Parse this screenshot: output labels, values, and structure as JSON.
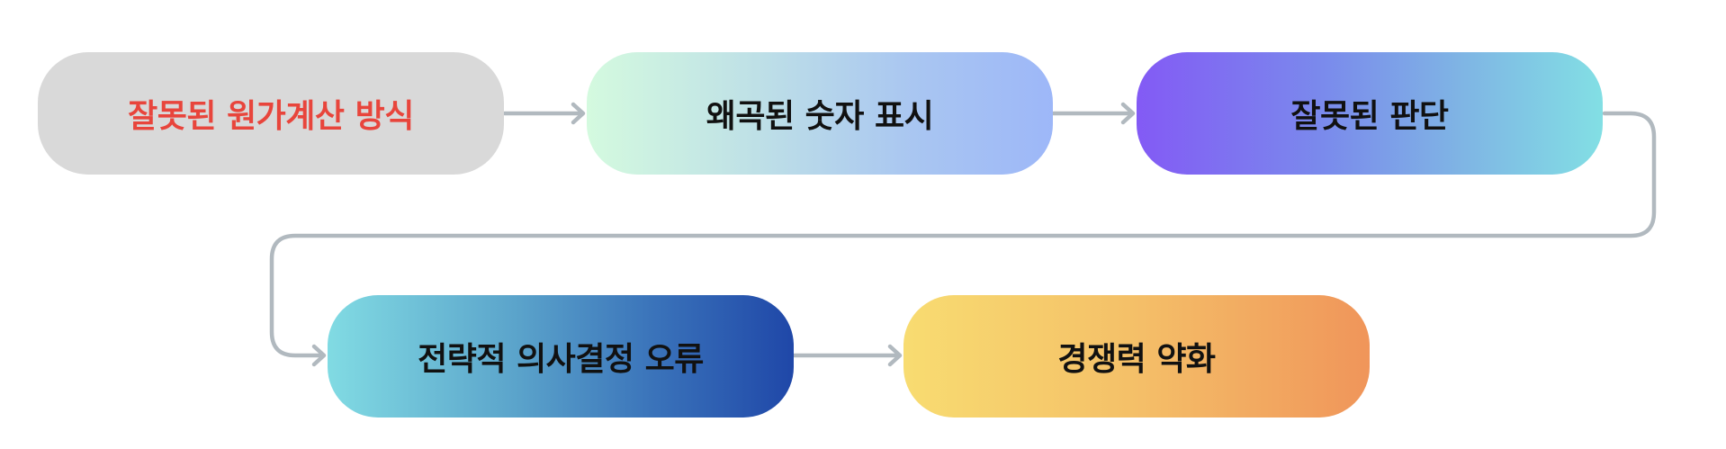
{
  "diagram": {
    "type": "flowchart",
    "nodes": [
      {
        "id": "n1",
        "label": "잘못된 원가계산 방식",
        "fill": "#d9d9d9",
        "text_color": "#e8453c"
      },
      {
        "id": "n2",
        "label": "왜곡된 숫자 표시",
        "fill_gradient": [
          "#d4fadf",
          "#9db7f8"
        ],
        "text_color": "#111111"
      },
      {
        "id": "n3",
        "label": "잘못된 판단",
        "fill_gradient": [
          "#835af5",
          "#82dfe4"
        ],
        "text_color": "#111111"
      },
      {
        "id": "n4",
        "label": "전략적 의사결정 오류",
        "fill_gradient": [
          "#81dbe3",
          "#1f47a8"
        ],
        "text_color": "#111111"
      },
      {
        "id": "n5",
        "label": "경쟁력 약화",
        "fill_gradient": [
          "#f8dc71",
          "#f0955a"
        ],
        "text_color": "#111111"
      }
    ],
    "edges": [
      {
        "from": "n1",
        "to": "n2"
      },
      {
        "from": "n2",
        "to": "n3"
      },
      {
        "from": "n3",
        "to": "n4"
      },
      {
        "from": "n4",
        "to": "n5"
      }
    ],
    "connector_color": "#b1b9bf"
  }
}
